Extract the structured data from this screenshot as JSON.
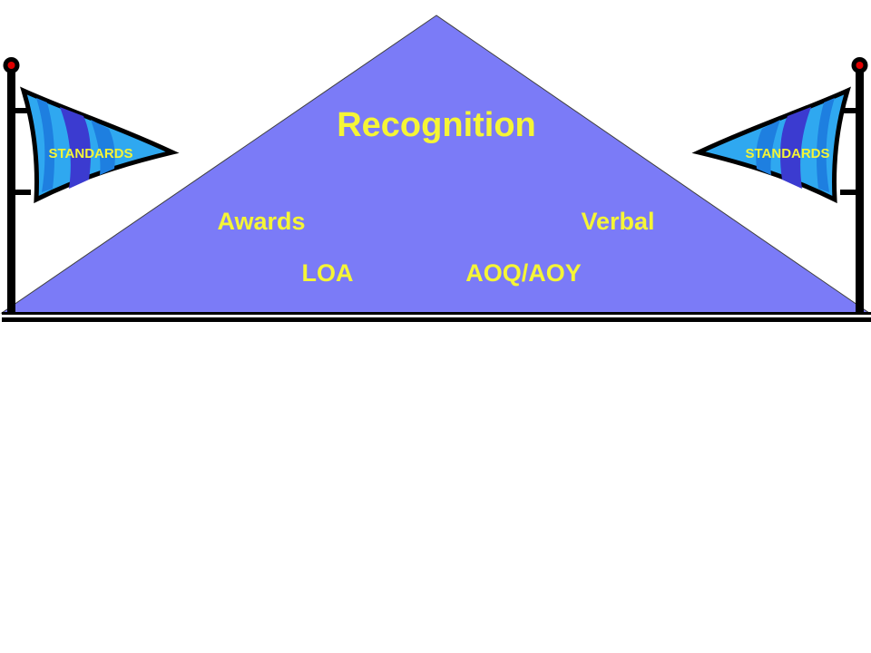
{
  "title": "Recognition",
  "items": {
    "awards": "Awards",
    "verbal": "Verbal",
    "loa": "LOA",
    "aoq_aoy": "AOQ/AOY"
  },
  "flags": {
    "left_label": "STANDARDS",
    "right_label": "STANDARDS"
  },
  "colors": {
    "triangle_fill": "#7b7bf7",
    "text_yellow": "#f5f536",
    "flag_blue_light": "#2fa8f0",
    "flag_blue_mid": "#1e7fe0",
    "flag_purple": "#3b3bd0",
    "pole_black": "#000000",
    "knob_red": "#e00000"
  }
}
